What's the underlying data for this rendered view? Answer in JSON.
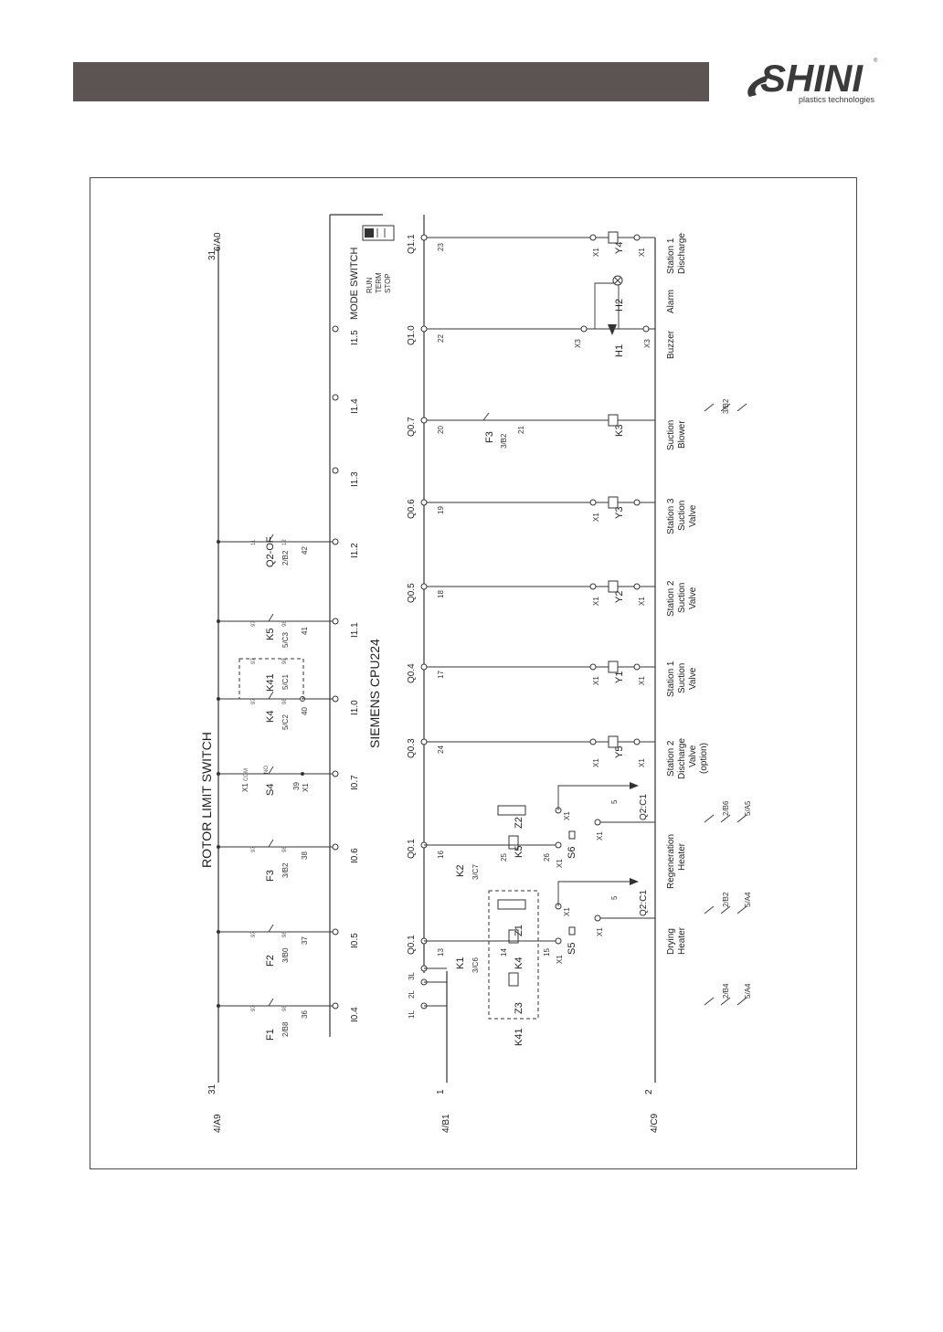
{
  "brand": {
    "name": "SHINI",
    "tagline": "plastics technologies",
    "registered": "®",
    "header_color": "#5b5452"
  },
  "labels": {
    "rotor_limit_switch": "ROTOR LIMIT SWITCH",
    "mode_switch": "MODE SWITCH",
    "mode_run": "RUN",
    "mode_term": "TERM",
    "mode_stop": "STOP",
    "plc": "SIEMENS   CPU224",
    "ref_top_left": "4/A9",
    "ref_mid_left": "4/B1",
    "ref_bot_left": "4/C9",
    "ref_top_right": "6/A0",
    "wire_31_left": "31",
    "wire_31_right": "31",
    "wire_1": "1",
    "wire_2": "2",
    "supply_1l": "1L",
    "supply_2l": "2L",
    "supply_3l": "3L"
  },
  "inputs": [
    {
      "addr": "I0.4",
      "dev": "F1",
      "ref": "2/B8",
      "wire": "36",
      "t1": "97",
      "t2": "98"
    },
    {
      "addr": "I0.5",
      "dev": "F2",
      "ref": "3/B0",
      "wire": "37",
      "t1": "97",
      "t2": "98"
    },
    {
      "addr": "I0.6",
      "dev": "F3",
      "ref": "3/B2",
      "wire": "38",
      "t1": "97",
      "t2": "98"
    },
    {
      "addr": "I0.7",
      "dev": "S4",
      "ref": "",
      "wire": "39",
      "t1": "COM",
      "t2": "NO",
      "x1a": "X1",
      "x1b": "X1"
    },
    {
      "addr": "I1.0",
      "dev": "K4",
      "ref": "5/C2",
      "wire": "40",
      "dev2": "K41",
      "ref2": "5/C1",
      "t1": "97",
      "t2": "98",
      "t3": "97",
      "t4": "98"
    },
    {
      "addr": "I1.1",
      "dev": "K5",
      "ref": "5/C3",
      "wire": "41",
      "t1": "97",
      "t2": "98"
    },
    {
      "addr": "I1.2",
      "dev": "Q2-OF",
      "ref": "2/B2",
      "wire": "42",
      "t1": "11",
      "t2": "12"
    },
    {
      "addr": "I1.3"
    },
    {
      "addr": "I1.4"
    },
    {
      "addr": "I1.5"
    }
  ],
  "outputs": [
    {
      "addr": "Q0.1",
      "wire": "13",
      "dev": "K1",
      "ref": "3/C6",
      "desc1": "Drying",
      "desc2": "Heater",
      "aux": [
        "2/B2",
        "5/A4"
      ]
    },
    {
      "addr": "Q0.1",
      "wire": "16",
      "dev": "K2",
      "ref": "3/C7",
      "desc1": "Regeneration",
      "desc2": "Heater",
      "aux": [
        "2/B6",
        "5/A5"
      ]
    },
    {
      "addr": "Q0.3",
      "wire": "24",
      "dev": "Y5",
      "desc1": "Station 2",
      "desc2": "Discharge",
      "desc3": "Valve",
      "desc4": "(option)"
    },
    {
      "addr": "Q0.4",
      "wire": "17",
      "dev": "Y1",
      "desc1": "Station 1",
      "desc2": "Suction",
      "desc3": "Valve"
    },
    {
      "addr": "Q0.5",
      "wire": "18",
      "dev": "Y2",
      "desc1": "Station 2",
      "desc2": "Suction",
      "desc3": "Valve"
    },
    {
      "addr": "Q0.6",
      "wire": "19",
      "dev": "Y3",
      "desc1": "Station 3",
      "desc2": "Suction",
      "desc3": "Valve"
    },
    {
      "addr": "Q0.7",
      "wire": "20",
      "wire2": "21",
      "dev": "K3",
      "fuse": "F3",
      "fuse_ref": "3/B2",
      "desc1": "Suction",
      "desc2": "Blower",
      "aux": [
        "3/B2"
      ]
    },
    {
      "addr": "Q1.0",
      "wire": "22",
      "dev": "H1",
      "dev2": "H2",
      "desc1": "Buzzer",
      "desc2": "Alarm"
    },
    {
      "addr": "Q1.1",
      "wire": "23",
      "dev": "Y4",
      "desc1": "Station 1",
      "desc2": "Discharge"
    }
  ],
  "coils": {
    "k4": "K4",
    "k41": "K41",
    "k5": "K5",
    "z1": "Z1",
    "z2": "Z2",
    "z3": "Z3",
    "w14": "14",
    "w15": "15",
    "w25": "25",
    "w26": "26",
    "s5": "S5",
    "s6": "S6",
    "q2c1_a": "Q2:C1",
    "q2c1_b": "Q2:C1",
    "w5a": "5",
    "w5b": "5",
    "k41_aux": [
      "2/B4",
      "5/A4"
    ],
    "x1": "X1",
    "x3": "X3"
  }
}
